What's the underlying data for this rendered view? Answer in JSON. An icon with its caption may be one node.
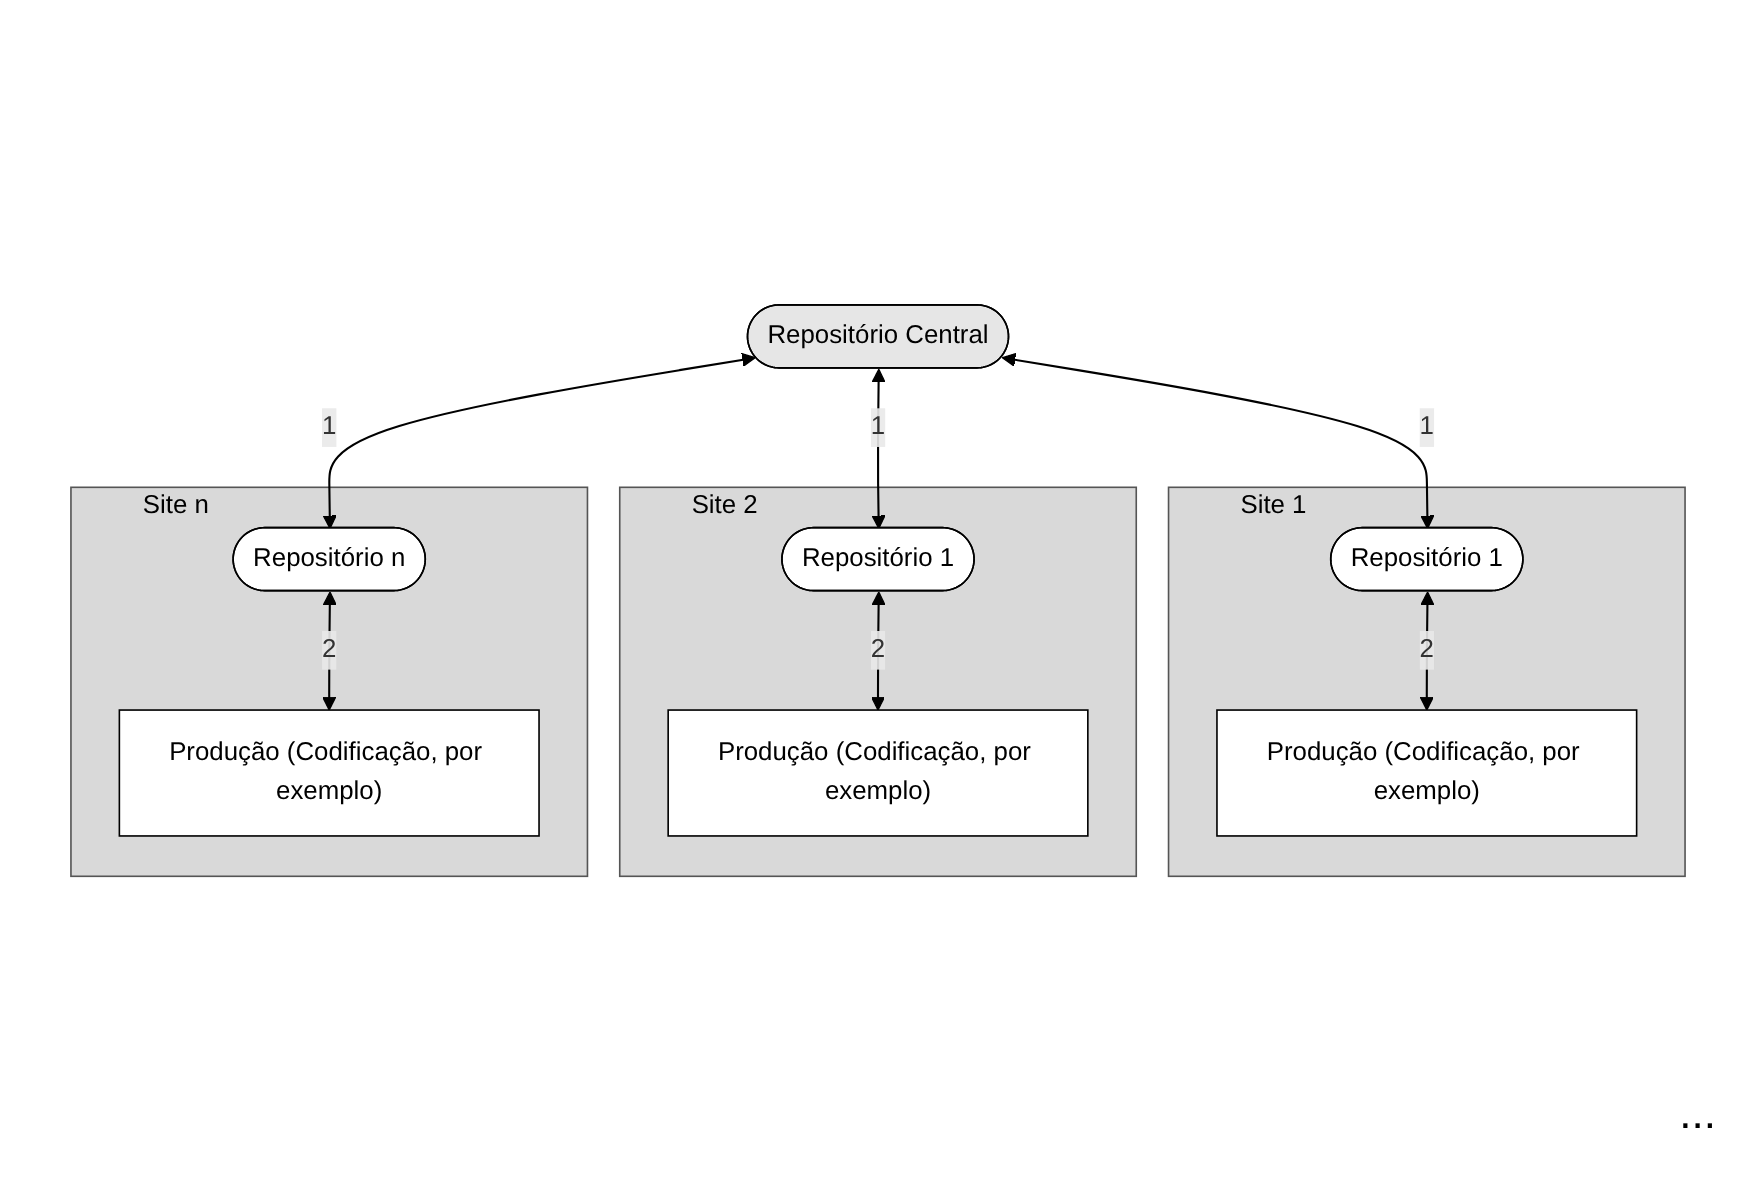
{
  "diagram": {
    "nodes": [
      {
        "text": [
          "Repositório Central"
        ]
      },
      {
        "text": [
          "Site 1"
        ]
      },
      {
        "text": [
          "Repositório 1"
        ],
        "in": 1
      },
      {
        "text": [
          "Produção (Codificação, por exemplo)"
        ],
        "in": 1
      },
      {
        "text": [
          "Site 2"
        ]
      },
      {
        "text": [
          "Repositório 1"
        ],
        "in": 4
      },
      {
        "text": [
          "Produção (Codificação, por exemplo)"
        ],
        "in": 4
      },
      {
        "text": [
          "Site n"
        ]
      },
      {
        "text": [
          "Repositório n"
        ],
        "in": 7
      },
      {
        "text": [
          "Produção (Codificação, por exemplo)"
        ],
        "in": 7
      }
    ],
    "edges": [
      {
        "from": 0,
        "to": 2,
        "arrow": "both",
        "label": "1"
      },
      {
        "from": 0,
        "to": 5,
        "arrow": "both",
        "label": "1"
      },
      {
        "from": 0,
        "to": 8,
        "arrow": "both",
        "label": "1"
      },
      {
        "from": 2,
        "to": 3,
        "arrow": "both",
        "label": "2"
      },
      {
        "from": 5,
        "to": 6,
        "arrow": "both",
        "label": "2"
      },
      {
        "from": 8,
        "to": 9,
        "arrow": "both",
        "label": "2"
      }
    ],
    "labels": [
      "..."
    ]
  }
}
